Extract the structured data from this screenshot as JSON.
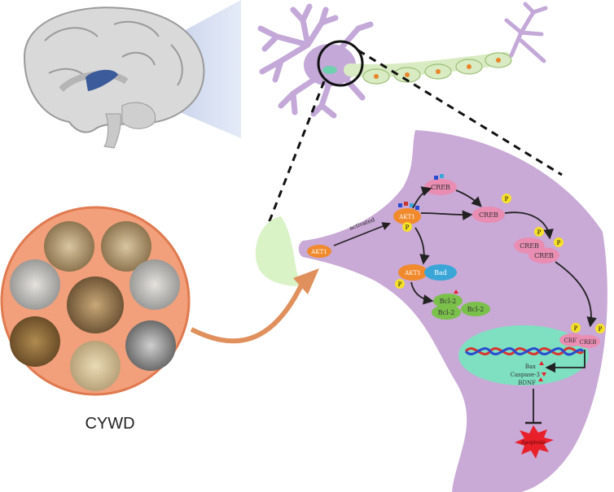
{
  "labels": {
    "caption": "CYWD",
    "akt_left": "AKT1",
    "activated": "activated",
    "akt_center": "AKT1",
    "creb_top": "CREB",
    "creb_mid": "CREB",
    "creb_pair_1": "CREB",
    "creb_pair_2": "CREB",
    "akt_bad": "AKT1",
    "bad": "Bad",
    "bcl2_a": "Bcl-2",
    "bcl2_b": "Bcl-2",
    "bcl2_c": "Bcl-2",
    "p": "P",
    "creb_dna_1": "CREB",
    "creb_dna_2": "CREB",
    "bax": "Bax",
    "caspase3": "Caspase-3",
    "bdnf": "BDNF",
    "apoptosis": "Apoptosis"
  },
  "colors": {
    "cell_body": "#c9a9d6",
    "neuron": "#c3a8d8",
    "axon": "#d9ebc2",
    "akt": "#f08a2c",
    "creb": "#e98db3",
    "bad": "#3aa6d8",
    "bcl2": "#7cc04c",
    "nucleus": "#7ee0c0",
    "phospho": "#f5e02a",
    "apoptosis": "#e8202a",
    "herb_ring": "#f2a07b"
  }
}
